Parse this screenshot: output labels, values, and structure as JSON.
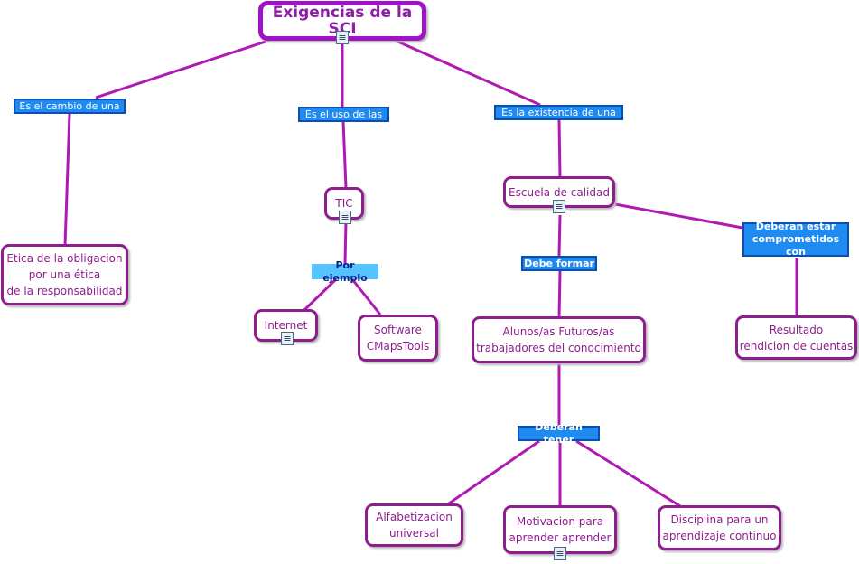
{
  "concepts": {
    "root": "Exigencias de la SCI",
    "etica": "Etica de la obligacion\npor una ética\nde la responsabilidad",
    "tic": "TIC",
    "internet": "Internet",
    "software": "Software\nCMapsTools",
    "escuela": "Escuela de calidad",
    "alumnos": "Alunos/as Futuros/as\ntrabajadores del conocimiento",
    "resultado": "Resultado\nrendicion de cuentas",
    "alfabetizacion": "Alfabetizacion\nuniversal",
    "motivacion": "Motivacion para\naprender aprender",
    "disciplina": "Disciplina para un\naprendizaje continuo"
  },
  "phrases": {
    "cambio": "Es el cambio de una",
    "uso": "Es el uso de las",
    "existencia": "Es la existencia de una",
    "ejemplo": "Por ejemplo",
    "formar": "Debe formar",
    "comprometidos": "Deberan estar\ncomprometidos con",
    "tener": "Deberan tener"
  },
  "colors": {
    "concept_border": "#8e1e8e",
    "root_border": "#a012c8",
    "link_line": "#b01ab4",
    "phrase_bg": "#1f8bf0",
    "phrase_light_bg": "#55c3ff"
  },
  "icons": [
    "document-icon"
  ]
}
